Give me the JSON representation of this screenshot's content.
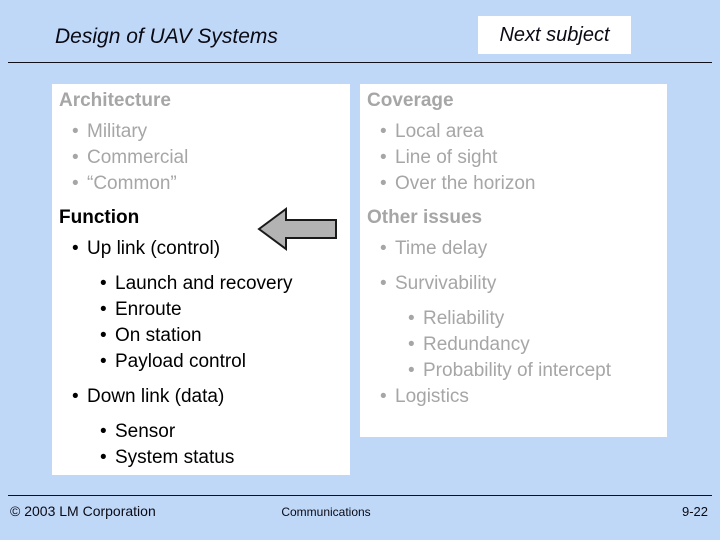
{
  "slide": {
    "title": "Design of UAV Systems",
    "next_button_label": "Next subject"
  },
  "left_panel": {
    "lines": [
      {
        "text": "Architecture",
        "role": "heading",
        "tone": "muted"
      },
      {
        "text": "Military",
        "role": "bullet",
        "tone": "muted"
      },
      {
        "text": "Commercial",
        "role": "bullet",
        "tone": "muted"
      },
      {
        "text": "“Common”",
        "role": "bullet",
        "tone": "muted"
      },
      {
        "text": "Function",
        "role": "heading",
        "tone": "dark"
      },
      {
        "text": "Up link (control)",
        "role": "bullet",
        "tone": "dark"
      },
      {
        "text": "Launch and recovery",
        "role": "sub-bullet",
        "tone": "dark",
        "spaced": true
      },
      {
        "text": "Enroute",
        "role": "sub-bullet",
        "tone": "dark"
      },
      {
        "text": "On station",
        "role": "sub-bullet",
        "tone": "dark"
      },
      {
        "text": "Payload control",
        "role": "sub-bullet",
        "tone": "dark"
      },
      {
        "text": "Down link (data)",
        "role": "bullet",
        "tone": "dark",
        "spaced": true
      },
      {
        "text": "Sensor",
        "role": "sub-bullet",
        "tone": "dark",
        "spaced": true
      },
      {
        "text": "System status",
        "role": "sub-bullet",
        "tone": "dark"
      }
    ]
  },
  "right_panel": {
    "lines": [
      {
        "text": "Coverage",
        "role": "heading",
        "tone": "muted"
      },
      {
        "text": "Local area",
        "role": "bullet",
        "tone": "muted"
      },
      {
        "text": "Line of sight",
        "role": "bullet",
        "tone": "muted"
      },
      {
        "text": "Over the horizon",
        "role": "bullet",
        "tone": "muted"
      },
      {
        "text": "Other issues",
        "role": "heading",
        "tone": "muted"
      },
      {
        "text": "Time delay",
        "role": "bullet",
        "tone": "muted"
      },
      {
        "text": "Survivability",
        "role": "bullet",
        "tone": "muted",
        "spaced": true
      },
      {
        "text": "Reliability",
        "role": "sub-bullet",
        "tone": "muted",
        "spaced": true
      },
      {
        "text": "Redundancy",
        "role": "sub-bullet",
        "tone": "muted"
      },
      {
        "text": "Probability of intercept",
        "role": "sub-bullet",
        "tone": "muted"
      },
      {
        "text": "Logistics",
        "role": "bullet",
        "tone": "muted"
      }
    ]
  },
  "arrow": {
    "icon": "left-block-arrow-icon",
    "fill": "#b3b3b3",
    "stroke": "#1a1a1a"
  },
  "footer": {
    "copyright": "© 2003 LM Corporation",
    "center": "Communications",
    "page_number": "9-22"
  },
  "colors": {
    "background": "#c0d8f8",
    "panel": "#ffffff",
    "muted_text": "#a6a6a6",
    "dark_text": "#000000"
  }
}
